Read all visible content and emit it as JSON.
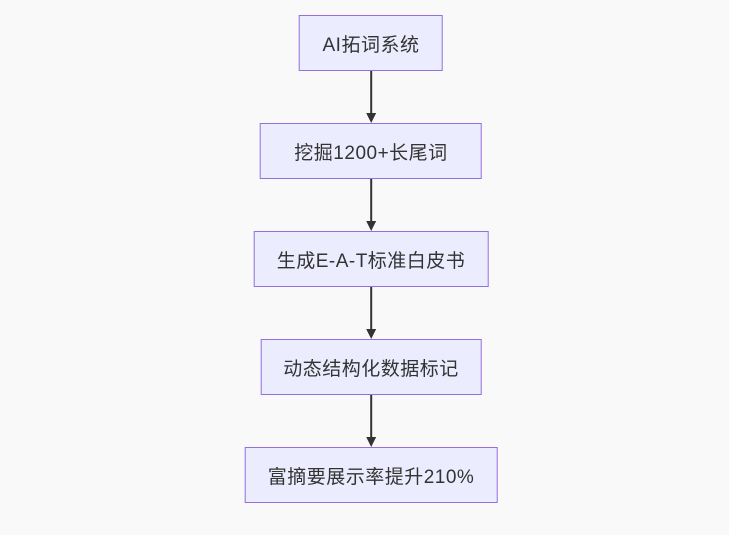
{
  "flowchart": {
    "type": "flowchart",
    "direction": "top-down",
    "nodes": [
      {
        "id": "A",
        "label": "AI拓词系统"
      },
      {
        "id": "B",
        "label": "挖掘1200+长尾词"
      },
      {
        "id": "C",
        "label": "生成E-A-T标准白皮书"
      },
      {
        "id": "D",
        "label": "动态结构化数据标记"
      },
      {
        "id": "E",
        "label": "富摘要展示率提升210%"
      }
    ],
    "edges": [
      {
        "from": "A",
        "to": "B",
        "style": "solid-arrow"
      },
      {
        "from": "B",
        "to": "C",
        "style": "solid-arrow"
      },
      {
        "from": "C",
        "to": "D",
        "style": "solid-arrow"
      },
      {
        "from": "D",
        "to": "E",
        "style": "solid-arrow"
      }
    ],
    "colors": {
      "background": "#f9f9f9",
      "node_fill": "#ECECFF",
      "node_border": "#9370DB",
      "node_text": "#333333",
      "edge": "#333333"
    }
  }
}
